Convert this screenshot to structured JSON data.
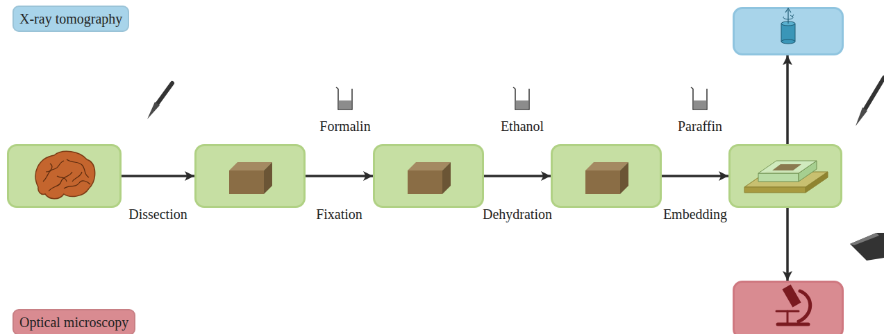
{
  "diagram": {
    "nodes": [
      {
        "text": []
      },
      {
        "text": []
      },
      {
        "text": []
      },
      {
        "text": []
      },
      {
        "text": []
      },
      {
        "text": []
      },
      {
        "text": []
      }
    ],
    "edges": [
      {
        "from": 1,
        "to": 2,
        "arrow": "to",
        "label": "Dissection"
      },
      {
        "from": 2,
        "to": 3,
        "arrow": "to",
        "label": "Fixation"
      },
      {
        "from": 3,
        "to": 4,
        "arrow": "to",
        "label": "Dehydration"
      },
      {
        "from": 4,
        "to": 5,
        "arrow": "to",
        "label": "Embedding"
      },
      {
        "from": 5,
        "to": 0,
        "arrow": "to"
      },
      {
        "from": 5,
        "to": 6,
        "arrow": "to"
      }
    ],
    "labels": [
      "Formalin",
      "Ethanol",
      "Paraffin"
    ],
    "legend": [
      {
        "text": "X-ray tomography",
        "color": "#a8d4ea"
      },
      {
        "text": "Optical microscopy",
        "color": "#d98b91"
      }
    ]
  }
}
